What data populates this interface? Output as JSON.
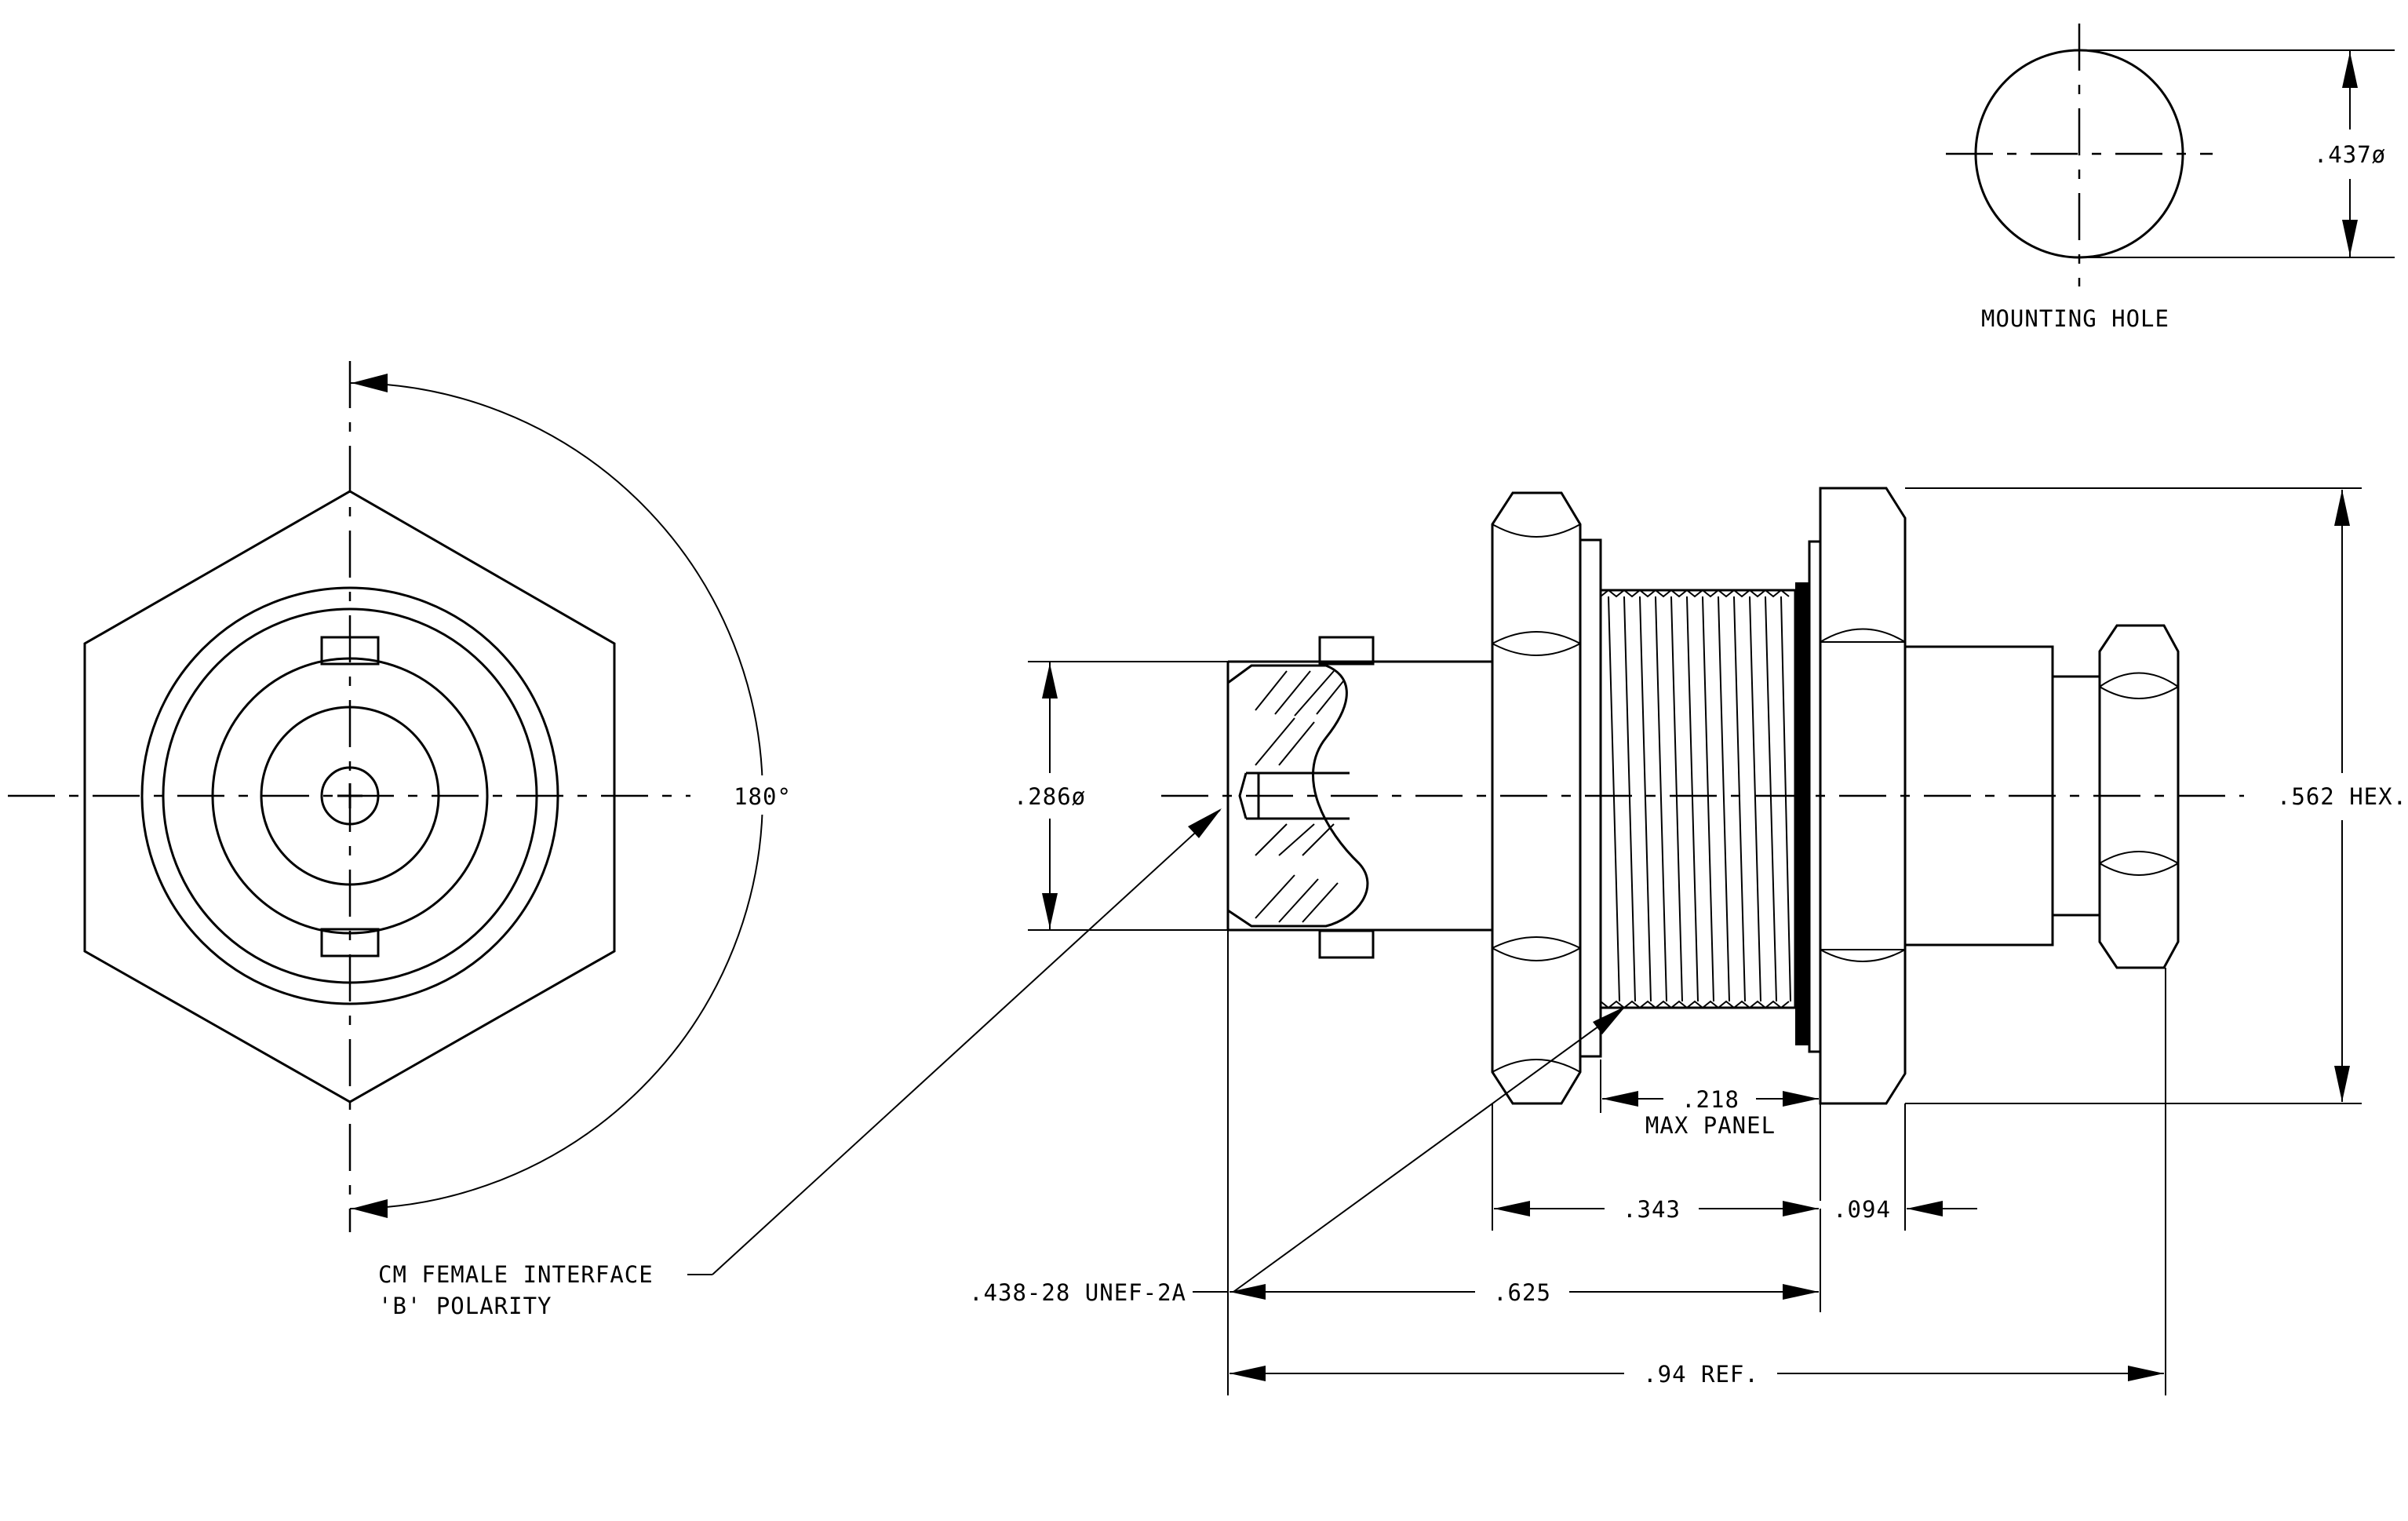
{
  "mounting_hole": {
    "title": "MOUNTING HOLE",
    "diameter": ".437ø"
  },
  "front_view": {
    "angle": "180°"
  },
  "side_view": {
    "diameter_286": ".286ø",
    "hex_562": ".562 HEX.",
    "dim_218": ".218",
    "max_panel": "MAX PANEL",
    "dim_343": ".343",
    "dim_094": ".094",
    "dim_625": ".625",
    "dim_94_ref": ".94 REF.",
    "thread": ".438-28 UNEF-2A"
  },
  "callout": {
    "line1": "CM FEMALE INTERFACE",
    "line2": "'B' POLARITY"
  }
}
